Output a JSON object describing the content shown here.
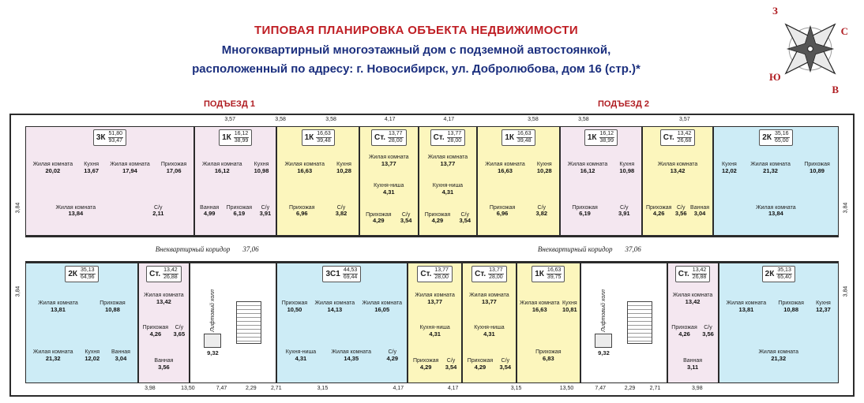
{
  "header": {
    "title": "ТИПОВАЯ ПЛАНИРОВКА ОБЪЕКТА НЕДВИЖИМОСТИ",
    "subtitle_line1": "Многоквартирный многоэтажный дом с подземной автостоянкой,",
    "subtitle_line2": "расположенный по адресу: г. Новосибирск, ул. Добролюбова, дом 16 (стр.)*"
  },
  "compass": {
    "z": "З",
    "s": "С",
    "yu": "Ю",
    "v": "В"
  },
  "entrances": {
    "e1": "ПОДЪЕЗД 1",
    "e2": "ПОДЪЕЗД 2"
  },
  "corridor": {
    "label": "Внеквартирный коридор",
    "area": "37,06"
  },
  "lift_hall": {
    "label": "Лифтовый холл",
    "area": "9,32"
  },
  "colors": {
    "title_red": "#bf1e24",
    "subtitle_blue": "#1b2f7e",
    "pink": "#f4e7f0",
    "yellow": "#fcf6bd",
    "blue": "#cdecf6",
    "wall": "#2b2b2b"
  },
  "dims": {
    "top": [
      "3,57",
      "3,58",
      "3,58",
      "4,17",
      "4,17",
      "3,58",
      "3,58",
      "3,57"
    ],
    "bottom": [
      "3,98",
      "13,50",
      "7,47",
      "2,29",
      "2,71",
      "3,15",
      "4,17",
      "4,17",
      "3,15",
      "13,50",
      "7,47",
      "2,29",
      "2,71",
      "3,98"
    ],
    "left": [
      "3,84",
      "3,84"
    ],
    "right": [
      "3,84",
      "3,84"
    ]
  },
  "apartments_top": [
    {
      "kind": "apt",
      "type": "3К",
      "living": "51,80",
      "total": "93,47",
      "color": "pink",
      "rooms": [
        {
          "n": "Жилая комната",
          "a": "20,02"
        },
        {
          "n": "Кухня",
          "a": "13,67"
        },
        {
          "n": "Жилая комната",
          "a": "17,94"
        },
        {
          "n": "Прихожая",
          "a": "17,06"
        },
        {
          "n": "Жилая комната",
          "a": "13,84"
        },
        {
          "n": "С/у",
          "a": "2,11"
        }
      ]
    },
    {
      "kind": "apt",
      "type": "1К",
      "living": "16,12",
      "total": "38,99",
      "color": "pink",
      "rooms": [
        {
          "n": "Жилая комната",
          "a": "16,12"
        },
        {
          "n": "Кухня",
          "a": "10,98"
        },
        {
          "n": "Ванная",
          "a": "4,99"
        },
        {
          "n": "Прихожая",
          "a": "6,19"
        },
        {
          "n": "С/у",
          "a": "3,91"
        }
      ]
    },
    {
      "kind": "apt",
      "type": "1К",
      "living": "16,63",
      "total": "39,48",
      "color": "yellow",
      "rooms": [
        {
          "n": "Жилая комната",
          "a": "16,63"
        },
        {
          "n": "Кухня",
          "a": "10,28"
        },
        {
          "n": "Прихожая",
          "a": "6,96"
        },
        {
          "n": "С/у",
          "a": "3,82"
        }
      ]
    },
    {
      "kind": "apt",
      "type": "Ст.",
      "living": "13,77",
      "total": "28,00",
      "color": "yellow",
      "rooms": [
        {
          "n": "Жилая комната",
          "a": "13,77"
        },
        {
          "n": "Кухня-ниша",
          "a": "4,31"
        },
        {
          "n": "Прихожая",
          "a": "4,29"
        },
        {
          "n": "С/у",
          "a": "3,54"
        }
      ]
    },
    {
      "kind": "apt",
      "type": "Ст.",
      "living": "13,77",
      "total": "28,00",
      "color": "yellow",
      "rooms": [
        {
          "n": "Жилая комната",
          "a": "13,77"
        },
        {
          "n": "Кухня-ниша",
          "a": "4,31"
        },
        {
          "n": "Прихожая",
          "a": "4,29"
        },
        {
          "n": "С/у",
          "a": "3,54"
        }
      ]
    },
    {
      "kind": "apt",
      "type": "1К",
      "living": "16,63",
      "total": "39,48",
      "color": "yellow",
      "rooms": [
        {
          "n": "Жилая комната",
          "a": "16,63"
        },
        {
          "n": "Кухня",
          "a": "10,28"
        },
        {
          "n": "Прихожая",
          "a": "6,96"
        },
        {
          "n": "С/у",
          "a": "3,82"
        }
      ]
    },
    {
      "kind": "apt",
      "type": "1К",
      "living": "16,12",
      "total": "38,99",
      "color": "pink",
      "rooms": [
        {
          "n": "Жилая комната",
          "a": "16,12"
        },
        {
          "n": "Кухня",
          "a": "10,98"
        },
        {
          "n": "Прихожая",
          "a": "6,19"
        },
        {
          "n": "С/у",
          "a": "3,91"
        }
      ]
    },
    {
      "kind": "apt",
      "type": "Ст.",
      "living": "13,42",
      "total": "26,68",
      "color": "yellow",
      "rooms": [
        {
          "n": "Жилая комната",
          "a": "13,42"
        },
        {
          "n": "Прихожая",
          "a": "4,26"
        },
        {
          "n": "С/у",
          "a": "3,56"
        },
        {
          "n": "Ванная",
          "a": "3,04"
        }
      ]
    },
    {
      "kind": "apt",
      "type": "2К",
      "living": "35,16",
      "total": "65,00",
      "color": "blue",
      "rooms": [
        {
          "n": "Кухня",
          "a": "12,02"
        },
        {
          "n": "Жилая комната",
          "a": "21,32"
        },
        {
          "n": "Прихожая",
          "a": "10,89"
        },
        {
          "n": "Жилая комната",
          "a": "13,84"
        }
      ]
    }
  ],
  "units_bottom": [
    {
      "kind": "apt",
      "type": "2К",
      "living": "35,13",
      "total": "64,96",
      "color": "blue",
      "rooms": [
        {
          "n": "Жилая комната",
          "a": "13,81"
        },
        {
          "n": "Прихожая",
          "a": "10,88"
        },
        {
          "n": "Жилая комната",
          "a": "21,32"
        },
        {
          "n": "Кухня",
          "a": "12,02"
        },
        {
          "n": "Ванная",
          "a": "3,04"
        }
      ]
    },
    {
      "kind": "apt",
      "type": "Ст.",
      "living": "13,42",
      "total": "26,88",
      "color": "pink",
      "rooms": [
        {
          "n": "Жилая комната",
          "a": "13,42"
        },
        {
          "n": "Прихожая",
          "a": "4,26"
        },
        {
          "n": "С/у",
          "a": "3,65"
        },
        {
          "n": "Ванная",
          "a": "3,56"
        }
      ]
    },
    {
      "kind": "stair"
    },
    {
      "kind": "apt",
      "type": "3С1",
      "living": "44,53",
      "total": "69,44",
      "color": "blue",
      "rooms": [
        {
          "n": "Прихожая",
          "a": "10,50"
        },
        {
          "n": "Жилая комната",
          "a": "14,13"
        },
        {
          "n": "Жилая комната",
          "a": "16,05"
        },
        {
          "n": "Кухня-ниша",
          "a": "4,31"
        },
        {
          "n": "Жилая комната",
          "a": "14,35"
        },
        {
          "n": "С/у",
          "a": "4,29"
        }
      ]
    },
    {
      "kind": "apt",
      "type": "Ст.",
      "living": "13,77",
      "total": "28,00",
      "color": "yellow",
      "rooms": [
        {
          "n": "Жилая комната",
          "a": "13,77"
        },
        {
          "n": "Кухня-ниша",
          "a": "4,31"
        },
        {
          "n": "Прихожая",
          "a": "4,29"
        },
        {
          "n": "С/у",
          "a": "3,54"
        }
      ]
    },
    {
      "kind": "apt",
      "type": "Ст.",
      "living": "13,77",
      "total": "28,00",
      "color": "yellow",
      "rooms": [
        {
          "n": "Жилая комната",
          "a": "13,77"
        },
        {
          "n": "Кухня-ниша",
          "a": "4,31"
        },
        {
          "n": "Прихожая",
          "a": "4,29"
        },
        {
          "n": "С/у",
          "a": "3,54"
        }
      ]
    },
    {
      "kind": "apt",
      "type": "1К",
      "living": "16,63",
      "total": "39,75",
      "color": "yellow",
      "rooms": [
        {
          "n": "Жилая комната",
          "a": "16,63"
        },
        {
          "n": "Кухня",
          "a": "10,81"
        },
        {
          "n": "Прихожая",
          "a": "6,83"
        }
      ]
    },
    {
      "kind": "stair"
    },
    {
      "kind": "apt",
      "type": "Ст.",
      "living": "13,42",
      "total": "26,88",
      "color": "pink",
      "rooms": [
        {
          "n": "Жилая комната",
          "a": "13,42"
        },
        {
          "n": "Прихожая",
          "a": "4,26"
        },
        {
          "n": "С/у",
          "a": "3,56"
        },
        {
          "n": "Ванная",
          "a": "3,11"
        }
      ]
    },
    {
      "kind": "apt",
      "type": "2К",
      "living": "35,13",
      "total": "65,40",
      "color": "blue",
      "rooms": [
        {
          "n": "Жилая комната",
          "a": "13,81"
        },
        {
          "n": "Прихожая",
          "a": "10,88"
        },
        {
          "n": "Кухня",
          "a": "12,37"
        },
        {
          "n": "Жилая комната",
          "a": "21,32"
        }
      ]
    }
  ]
}
